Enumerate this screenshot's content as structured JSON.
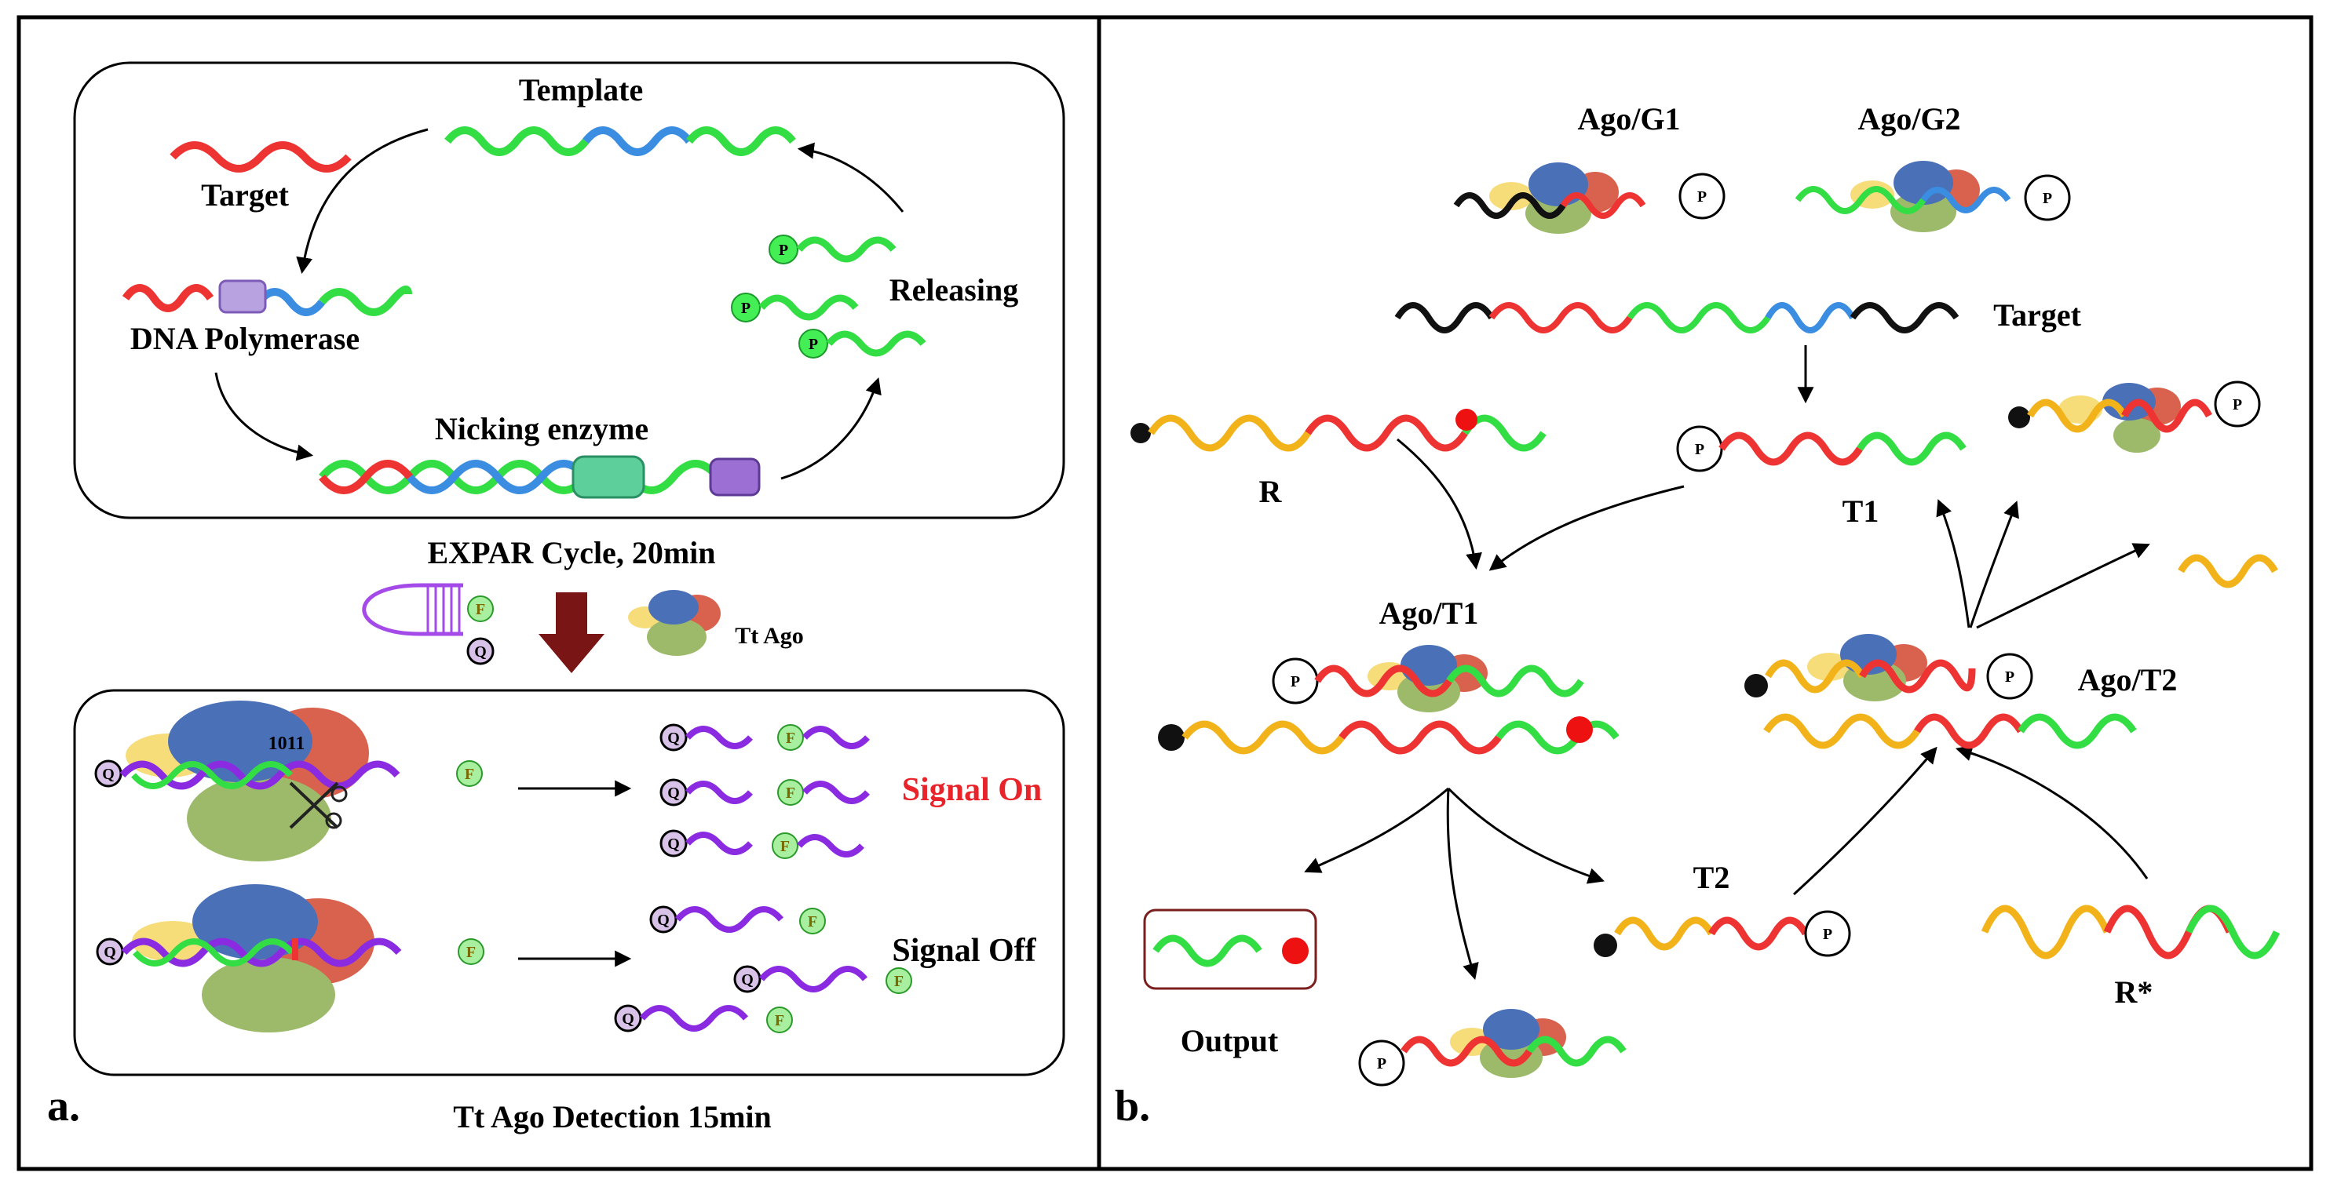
{
  "colors": {
    "red": "#ee3333",
    "green": "#33dd44",
    "blue": "#3a8de0",
    "yellow": "#f2b31a",
    "black": "#111111",
    "purple": "#8a2be2",
    "ago_blue": "#4a70b8",
    "ago_red": "#d9624e",
    "ago_green": "#9cba6a",
    "ago_yellow": "#f7dc7a",
    "arrow_dark_red": "#7a1515",
    "output_box": "#7a1e1e",
    "probe_q": "#d9c2e8",
    "probe_f": "#a8f0a0"
  },
  "panel_a": {
    "letter": "a.",
    "expar": {
      "template": "Template",
      "target": "Target",
      "polymerase": "DNA Polymerase",
      "releasing": "Releasing",
      "nicking": "Nicking enzyme",
      "cycle": "EXPAR Cycle, 20min"
    },
    "reagents": {
      "f": "F",
      "q": "Q",
      "tt_ago": "Tt Ago"
    },
    "detection": {
      "position": "1011",
      "signal_on": "Signal On",
      "signal_off": "Signal Off",
      "title": "Tt Ago Detection 15min"
    }
  },
  "panel_b": {
    "letter": "b.",
    "ago_g1": "Ago/G1",
    "ago_g2": "Ago/G2",
    "target": "Target",
    "r": "R",
    "t1": "T1",
    "ago_t1": "Ago/T1",
    "ago_t2": "Ago/T2",
    "t2": "T2",
    "r_star": "R*",
    "output": "Output",
    "p": "P"
  }
}
